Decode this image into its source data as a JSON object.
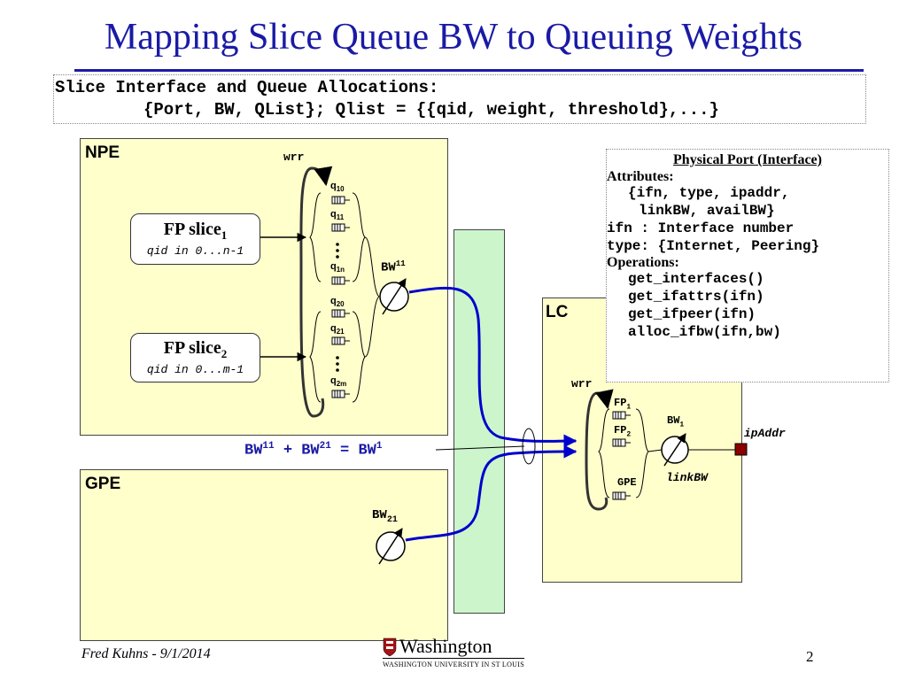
{
  "title": "Mapping Slice Queue BW to Queuing Weights",
  "code": {
    "line1": "Slice Interface and Queue Allocations:",
    "line2": "{Port, BW, QList}; Qlist = {{qid, weight, threshold},...}"
  },
  "npe": {
    "label": "NPE",
    "wrr_label": "wrr",
    "slice1": {
      "title": "FP slice",
      "sub_index": "1",
      "range": "qid in 0...n-1"
    },
    "slice2": {
      "title": "FP slice",
      "sub_index": "2",
      "range": "qid in 0...m-1"
    },
    "queues": [
      {
        "base": "q",
        "sub": "10"
      },
      {
        "base": "q",
        "sub": "11"
      },
      {
        "base": "q",
        "sub": "1n"
      },
      {
        "base": "q",
        "sub": "20"
      },
      {
        "base": "q",
        "sub": "21"
      },
      {
        "base": "q",
        "sub": "2m"
      }
    ],
    "bw": {
      "base": "BW",
      "sup": "11"
    }
  },
  "gpe": {
    "label": "GPE",
    "bw": {
      "base": "BW",
      "sub": "21"
    }
  },
  "lc": {
    "label": "LC",
    "wrr_label": "wrr",
    "fp1": {
      "base": "FP",
      "sub": "1"
    },
    "fp2": {
      "base": "FP",
      "sub": "2"
    },
    "gpe": "GPE",
    "bw": {
      "base": "BW",
      "sub": "1"
    },
    "link_label": "linkBW",
    "ip_label": "ipAddr"
  },
  "equation": {
    "t1": "BW",
    "s1": "11",
    "plus": "+",
    "t2": "BW",
    "s2": "21",
    "eq": "=",
    "t3": "BW",
    "s3": "1"
  },
  "info": {
    "heading": "Physical Port (Interface)",
    "attributes_label": "Attributes:",
    "attr1": "{ifn, type, ipaddr,",
    "attr2": "linkBW, availBW}",
    "ifn_line": "ifn : Interface number",
    "type_line": "type: {Internet, Peering}",
    "operations_label": "Operations:",
    "ops": [
      "get_interfaces()",
      "get_ifattrs(ifn)",
      "get_ifpeer(ifn)",
      "alloc_ifbw(ifn,bw)"
    ]
  },
  "footer": {
    "author": "Fred Kuhns - 9/1/2014",
    "page": "2",
    "logo_text": "Washington",
    "logo_sub": "WASHINGTON UNIVERSITY IN ST LOUIS"
  },
  "colors": {
    "title": "#1a1aa6",
    "panel": "#ffffcc",
    "switch": "#ccf5cc",
    "flow": "#0000cc",
    "port": "#8b0000"
  }
}
